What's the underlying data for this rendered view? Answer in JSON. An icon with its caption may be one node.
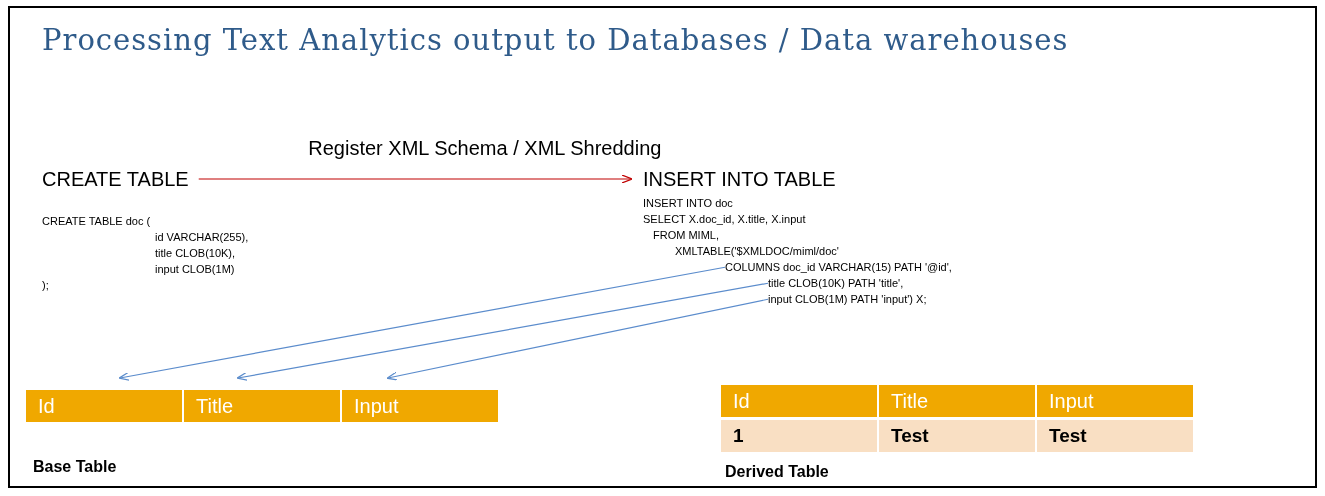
{
  "diagram": {
    "title": "Processing Text Analytics output to Databases / Data warehouses",
    "nodes": [
      {
        "text": [
          "CREATE TABLE"
        ]
      },
      {
        "text": [
          "INSERT INTO TABLE"
        ]
      },
      {
        "text": [
          "COLUMNS doc_id VARCHAR(15) PATH '@id',"
        ]
      },
      {
        "text": [
          "title CLOB(10K) PATH 'title',"
        ]
      },
      {
        "text": [
          "input CLOB(1M) PATH 'input') X;"
        ]
      },
      {
        "text": [
          "Id"
        ]
      },
      {
        "text": [
          "Title"
        ]
      },
      {
        "text": [
          "Input"
        ]
      }
    ],
    "edges": [
      {
        "from": 0,
        "to": 1,
        "arrow": "to",
        "label": "Register XML Schema / XML Shredding",
        "color": "#c00000"
      },
      {
        "from": 2,
        "to": 5,
        "arrow": "to"
      },
      {
        "from": 3,
        "to": 6,
        "arrow": "to"
      },
      {
        "from": 4,
        "to": 7,
        "arrow": "to"
      }
    ],
    "labels": [
      "CREATE TABLE doc (",
      "id VARCHAR(255),",
      "title CLOB(10K),",
      "input CLOB(1M)",
      ");",
      "INSERT INTO doc",
      "SELECT X.doc_id, X.title, X.input",
      "FROM MIML,",
      "XMLTABLE('$XMLDOC/miml/doc'",
      "Base Table",
      "Id",
      "Title",
      "Input",
      "1",
      "Test",
      "Test",
      "Derived Table"
    ]
  }
}
